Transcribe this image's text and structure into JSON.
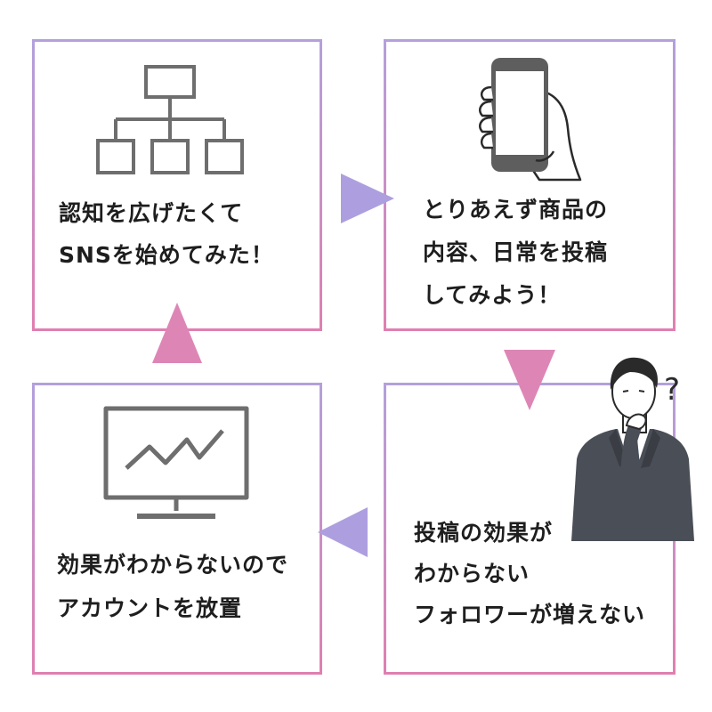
{
  "boxes": {
    "top_left": {
      "lines": [
        "認知を広げたくて",
        "SNSを始めてみた！"
      ],
      "icon": "sitemap-icon"
    },
    "top_right": {
      "lines": [
        "とりあえず商品の",
        "内容、日常を投稿",
        "してみよう！"
      ],
      "icon": "smartphone-icon"
    },
    "bottom_right": {
      "lines": [
        "投稿の効果が",
        "わからない",
        "フォロワーが増えない"
      ],
      "icon": "confused-businessman-illustration"
    },
    "bottom_left": {
      "lines": [
        "効果がわからないので",
        "アカウントを放置"
      ],
      "icon": "monitor-chart-icon"
    }
  },
  "question_mark": "?",
  "colors": {
    "purple": "#ad9fdf",
    "pink": "#dd86b6",
    "icon_gray": "#6e6e6e",
    "text": "#1e1e1e"
  }
}
